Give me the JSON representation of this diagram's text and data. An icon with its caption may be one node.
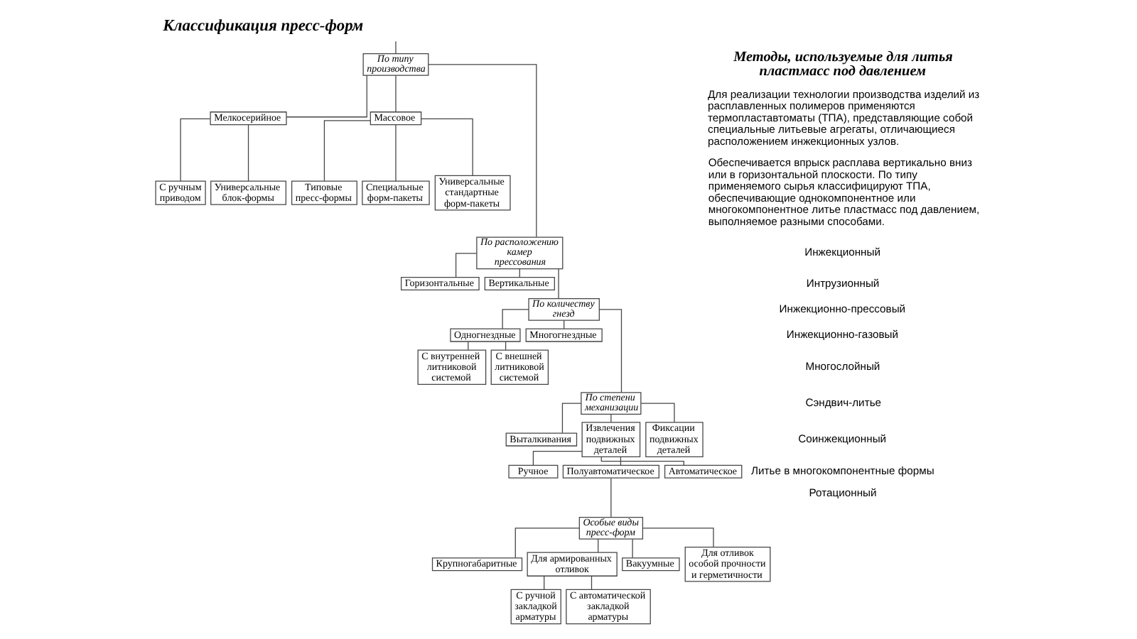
{
  "diagram": {
    "title": "Классификация пресс-форм",
    "nodes": [
      {
        "text": [
          "По типу производства"
        ]
      },
      {
        "text": [
          "Мелкосерийное"
        ]
      },
      {
        "text": [
          "Массовое"
        ]
      },
      {
        "text": [
          "С ручным приводом"
        ]
      },
      {
        "text": [
          "Универсальные блок-формы"
        ]
      },
      {
        "text": [
          "Типовые пресс-формы"
        ]
      },
      {
        "text": [
          "Специальные форм-пакеты"
        ]
      },
      {
        "text": [
          "Универсальные стандартные форм-пакеты"
        ]
      },
      {
        "text": [
          "По расположению камер прессования"
        ]
      },
      {
        "text": [
          "Горизонтальные"
        ]
      },
      {
        "text": [
          "Вертикальные"
        ]
      },
      {
        "text": [
          "По количеству гнезд"
        ]
      },
      {
        "text": [
          "Одногнездные"
        ]
      },
      {
        "text": [
          "Многогнездные"
        ]
      },
      {
        "text": [
          "С внутренней литниковой системой"
        ]
      },
      {
        "text": [
          "С внешней литниковой системой"
        ]
      },
      {
        "text": [
          "По степени механизации"
        ]
      },
      {
        "text": [
          "Выталкивания"
        ]
      },
      {
        "text": [
          "Извлечения подвижных деталей"
        ]
      },
      {
        "text": [
          "Фиксации подвижных деталей"
        ]
      },
      {
        "text": [
          "Ручное"
        ]
      },
      {
        "text": [
          "Полуавтоматическое"
        ]
      },
      {
        "text": [
          "Автоматическое"
        ]
      },
      {
        "text": [
          "Особые виды пресс-форм"
        ]
      },
      {
        "text": [
          "Крупногабаритные"
        ]
      },
      {
        "text": [
          "Для армированных отливок"
        ]
      },
      {
        "text": [
          "Вакуумные"
        ]
      },
      {
        "text": [
          "Для отливок особой прочности и герметичности"
        ]
      },
      {
        "text": [
          "С ручной закладкой арматуры"
        ]
      },
      {
        "text": [
          "С автоматической закладкой арматуры"
        ]
      }
    ],
    "edges": [
      {
        "from": null,
        "to": 0,
        "arrow": "none"
      },
      {
        "from": 0,
        "to": 1,
        "arrow": "none"
      },
      {
        "from": 0,
        "to": 2,
        "arrow": "none"
      },
      {
        "from": 1,
        "to": 3,
        "arrow": "none"
      },
      {
        "from": 1,
        "to": 4,
        "arrow": "none"
      },
      {
        "from": 2,
        "to": 5,
        "arrow": "none"
      },
      {
        "from": 2,
        "to": 6,
        "arrow": "none"
      },
      {
        "from": 2,
        "to": 7,
        "arrow": "none"
      },
      {
        "from": 0,
        "to": 8,
        "arrow": "none"
      },
      {
        "from": 8,
        "to": 9,
        "arrow": "none"
      },
      {
        "from": 8,
        "to": 10,
        "arrow": "none"
      },
      {
        "from": 8,
        "to": 11,
        "arrow": "none"
      },
      {
        "from": 11,
        "to": 12,
        "arrow": "none"
      },
      {
        "from": 11,
        "to": 13,
        "arrow": "none"
      },
      {
        "from": 12,
        "to": 14,
        "arrow": "none"
      },
      {
        "from": 12,
        "to": 15,
        "arrow": "none"
      },
      {
        "from": 11,
        "to": 16,
        "arrow": "none"
      },
      {
        "from": 16,
        "to": 17,
        "arrow": "none"
      },
      {
        "from": 16,
        "to": 18,
        "arrow": "none"
      },
      {
        "from": 16,
        "to": 19,
        "arrow": "none"
      },
      {
        "from": 18,
        "to": 20,
        "arrow": "none"
      },
      {
        "from": 18,
        "to": 21,
        "arrow": "none"
      },
      {
        "from": 18,
        "to": 22,
        "arrow": "none"
      },
      {
        "from": 21,
        "to": 23,
        "arrow": "none"
      },
      {
        "from": 23,
        "to": 24,
        "arrow": "none"
      },
      {
        "from": 23,
        "to": 25,
        "arrow": "none"
      },
      {
        "from": 23,
        "to": 26,
        "arrow": "none"
      },
      {
        "from": 23,
        "to": 27,
        "arrow": "none"
      },
      {
        "from": 25,
        "to": 28,
        "arrow": "none"
      },
      {
        "from": 25,
        "to": 29,
        "arrow": "none"
      }
    ],
    "labels": [
      "Методы, используемые для литья пластмасс под давлением",
      "Для реализации технологии производства изделий из расплавленных полимеров применяются термопластавтоматы (ТПА), представляющие собой специальные литьевые агрегаты, отличающиеся расположением инжекционных узлов.",
      "Обеспечивается впрыск расплава вертикально вниз или в горизонтальной плоскости. По типу применяемого сырья классифицируют ТПА, обеспечивающие однокомпонентное или многокомпонентное литье пластмасс под давлением, выполняемое разными способами.",
      "Инжекционный",
      "Интрузионный",
      "Инжекционно-прессовый",
      "Инжекционно-газовый",
      "Многослойный",
      "Сэндвич-литье",
      "Соинжекционный",
      "Литье в многокомпонентные формы",
      "Ротационный"
    ]
  }
}
